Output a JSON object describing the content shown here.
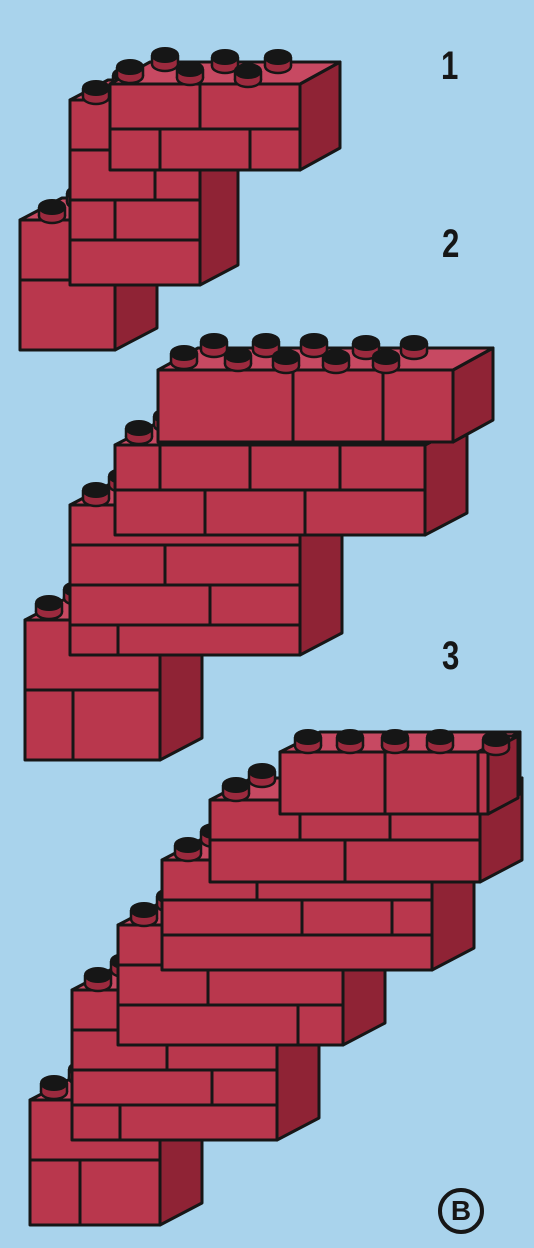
{
  "steps": [
    {
      "label": "1"
    },
    {
      "label": "2"
    },
    {
      "label": "3"
    }
  ],
  "badge": "B",
  "colors": {
    "background": "#a9d3ec",
    "brick_front": "#b9374d",
    "brick_side": "#8f2335",
    "brick_top": "#c74962",
    "outline": "#161616",
    "stud": "#9c2a3e"
  }
}
